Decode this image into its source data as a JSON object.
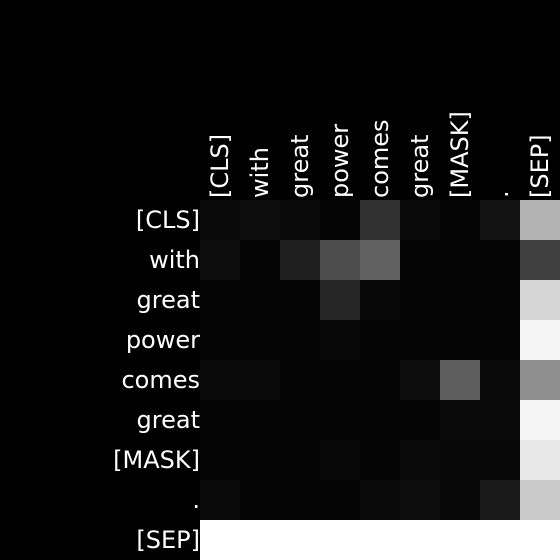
{
  "chart_data": {
    "type": "heatmap",
    "title": "",
    "xlabel": "",
    "ylabel": "",
    "x_labels": [
      "[CLS]",
      "with",
      "great",
      "power",
      "comes",
      "great",
      "[MASK]",
      ".",
      "[SEP]"
    ],
    "y_labels": [
      "[CLS]",
      "with",
      "great",
      "power",
      "comes",
      "great",
      "[MASK]",
      ".",
      "[SEP]"
    ],
    "value_range": [
      0,
      1
    ],
    "colormap": "grayscale (black = 0, white = 1)",
    "values": [
      [
        0.04,
        0.05,
        0.04,
        0.02,
        0.19,
        0.04,
        0.02,
        0.07,
        0.7
      ],
      [
        0.05,
        0.02,
        0.12,
        0.3,
        0.38,
        0.02,
        0.02,
        0.02,
        0.25
      ],
      [
        0.02,
        0.02,
        0.02,
        0.15,
        0.03,
        0.02,
        0.02,
        0.02,
        0.84
      ],
      [
        0.02,
        0.02,
        0.02,
        0.03,
        0.02,
        0.02,
        0.02,
        0.02,
        0.96
      ],
      [
        0.04,
        0.04,
        0.02,
        0.02,
        0.02,
        0.05,
        0.37,
        0.04,
        0.56
      ],
      [
        0.02,
        0.02,
        0.02,
        0.02,
        0.02,
        0.02,
        0.04,
        0.04,
        0.96
      ],
      [
        0.02,
        0.02,
        0.02,
        0.03,
        0.02,
        0.04,
        0.03,
        0.03,
        0.91
      ],
      [
        0.04,
        0.02,
        0.02,
        0.02,
        0.04,
        0.05,
        0.03,
        0.1,
        0.79
      ],
      [
        1.0,
        1.0,
        1.0,
        1.0,
        1.0,
        1.0,
        1.0,
        1.0,
        1.0
      ]
    ]
  }
}
